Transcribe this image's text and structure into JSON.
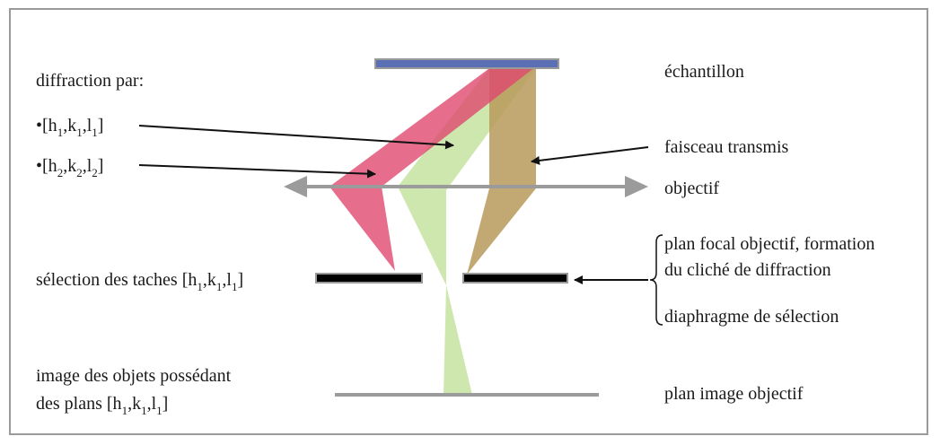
{
  "labels": {
    "diffraction_title": "diffraction par:",
    "bullet": "•",
    "refl1": {
      "open": "[h",
      "s1": "1",
      "c1": ",k",
      "s2": "1",
      "c2": ",l",
      "s3": "1",
      "close": "]"
    },
    "refl2": {
      "open": "[h",
      "s1": "2",
      "c1": ",k",
      "s2": "2",
      "c2": ",l",
      "s3": "2",
      "close": "]"
    },
    "selection": {
      "prefix": "sélection des taches ",
      "open": "[h",
      "s1": "1",
      "c1": ",k",
      "s2": "1",
      "c2": ",l",
      "s3": "1",
      "close": "]"
    },
    "image_line1": "image des objets possédant",
    "image_line2": {
      "prefix": "des plans ",
      "open": "[h",
      "s1": "1",
      "c1": ",k",
      "s2": "1",
      "c2": ",l",
      "s3": "1",
      "close": "]"
    },
    "echantillon": "échantillon",
    "faisceau": "faisceau transmis",
    "objectif": "objectif",
    "plan_focal_1": "plan focal objectif, formation",
    "plan_focal_2": "du cliché de diffraction",
    "diaphragme": "diaphragme de sélection",
    "plan_image": "plan image objectif"
  },
  "colors": {
    "sample": "#5b6fb5",
    "beam_h1": "#c5e3a0",
    "beam_h2": "#e0486e",
    "transmitted": "#b79a5c",
    "lens": "#9b9b9b",
    "aperture": "#000000",
    "frame": "#9a9a9a"
  }
}
